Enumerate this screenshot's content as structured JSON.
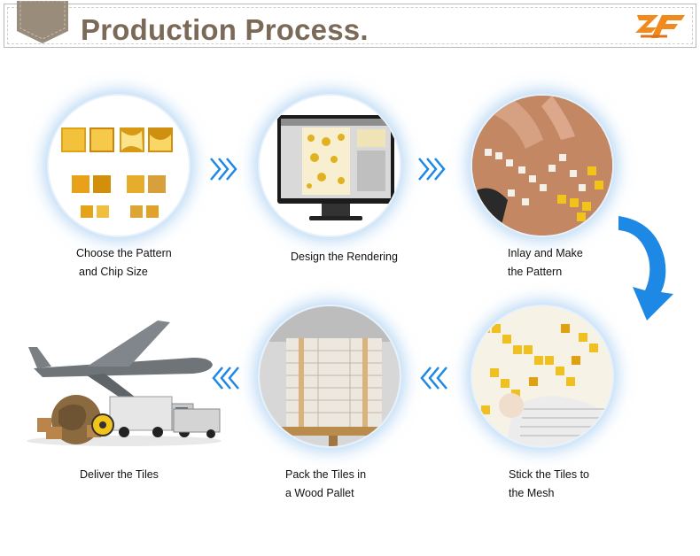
{
  "header": {
    "title": "Production Process.",
    "logo_text": "ZF"
  },
  "steps": [
    {
      "line1": "Choose the Pattern",
      "line2": "and Chip Size"
    },
    {
      "line1": "Design the Rendering",
      "line2": ""
    },
    {
      "line1": "Inlay and Make",
      "line2": "the Pattern"
    },
    {
      "line1": "Stick the Tiles to",
      "line2": "the Mesh"
    },
    {
      "line1": "Pack the Tiles in",
      "line2": "a Wood Pallet"
    },
    {
      "line1": "Deliver the Tiles",
      "line2": ""
    }
  ],
  "colors": {
    "title": "#7a6a57",
    "arrow_blue": "#1e88e5",
    "gold": "#e3a512",
    "logo_orange": "#f08a1c"
  },
  "icons": [
    "tag-icon",
    "zf-logo-icon",
    "chevron-right-icon",
    "chevron-left-icon",
    "curved-down-arrow-icon"
  ]
}
